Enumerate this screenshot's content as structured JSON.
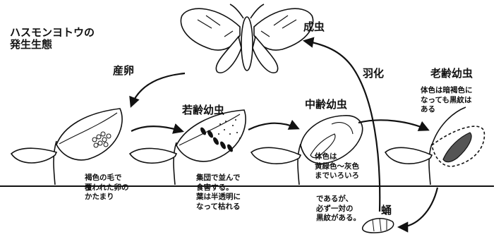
{
  "title_lines": [
    "ハスモンヨトウの",
    "発生生態"
  ],
  "stages": {
    "adult": "成虫",
    "egg_laying": "産卵",
    "emergence": "羽化",
    "young_larva": "若齢幼虫",
    "middle_larva": "中齢幼虫",
    "old_larva": "老齢幼虫",
    "pupa": "蛹"
  },
  "notes": {
    "egg_mass": [
      "褐色の毛で",
      "覆われた卵の",
      "かたまり"
    ],
    "young": [
      "集団で並んで",
      "食害する。",
      "葉は半透明に",
      "なって枯れる"
    ],
    "middle_in_leaf": [
      "体色は",
      "黄緑色～灰色",
      "までいろいろ"
    ],
    "middle_below": [
      "であるが、",
      "必ず一対の",
      "黒紋がある。"
    ],
    "old": [
      "体色は暗褐色に",
      "なっても黒紋は",
      "ある"
    ]
  }
}
